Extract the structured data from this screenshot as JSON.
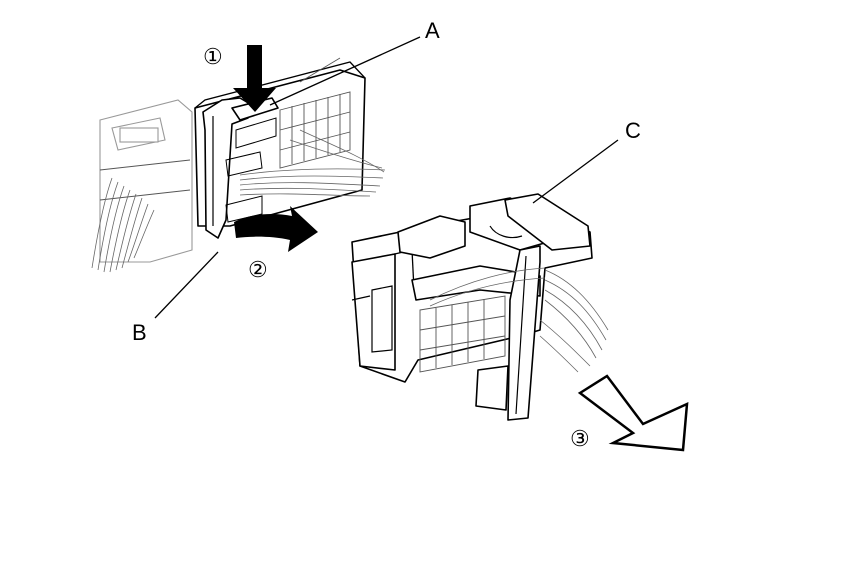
{
  "labels": {
    "A": "A",
    "B": "B",
    "C": "C"
  },
  "steps": {
    "step1": "①",
    "step2": "②",
    "step3": "③"
  },
  "colors": {
    "line": "#000000",
    "background": "#ffffff",
    "wires": "#666666"
  }
}
